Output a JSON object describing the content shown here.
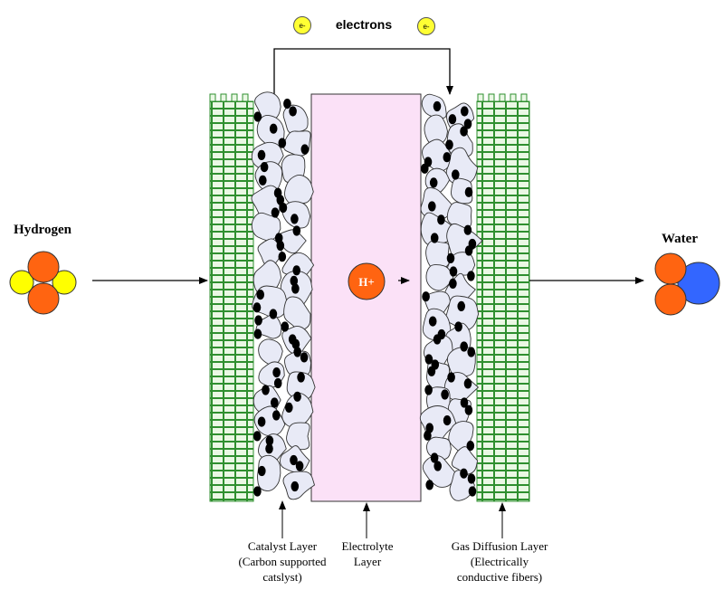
{
  "top": {
    "electrons_label": "electrons",
    "electron_symbol": "e-"
  },
  "left": {
    "reactant_label": "Hydrogen"
  },
  "right": {
    "product_label": "Water"
  },
  "center": {
    "ion_label": "H+"
  },
  "bottom_labels": {
    "catalyst": [
      "Catalyst Layer",
      "(Carbon supported",
      "catslyst)"
    ],
    "electrolyte": [
      "Electrolyte",
      "Layer"
    ],
    "gdl": [
      "Gas Diffusion Layer",
      "(Electrically",
      "conductive fibers)"
    ]
  },
  "colors": {
    "gdl_green": "#2e8b2e",
    "gdl_fill": "#e9f7e2",
    "electrolyte_fill": "#fbe1f7",
    "catalyst_blob": "#e8eaf6",
    "electron_yellow": "#ffff33",
    "hydrogen_yellow": "#ffff00",
    "orange_atom": "#ff6411",
    "oxygen_blue": "#3366ff"
  },
  "icons": {
    "electron": "yellow-circle",
    "molecule_hydrogen": "four-circle-cluster",
    "molecule_water": "three-circle-cluster"
  }
}
